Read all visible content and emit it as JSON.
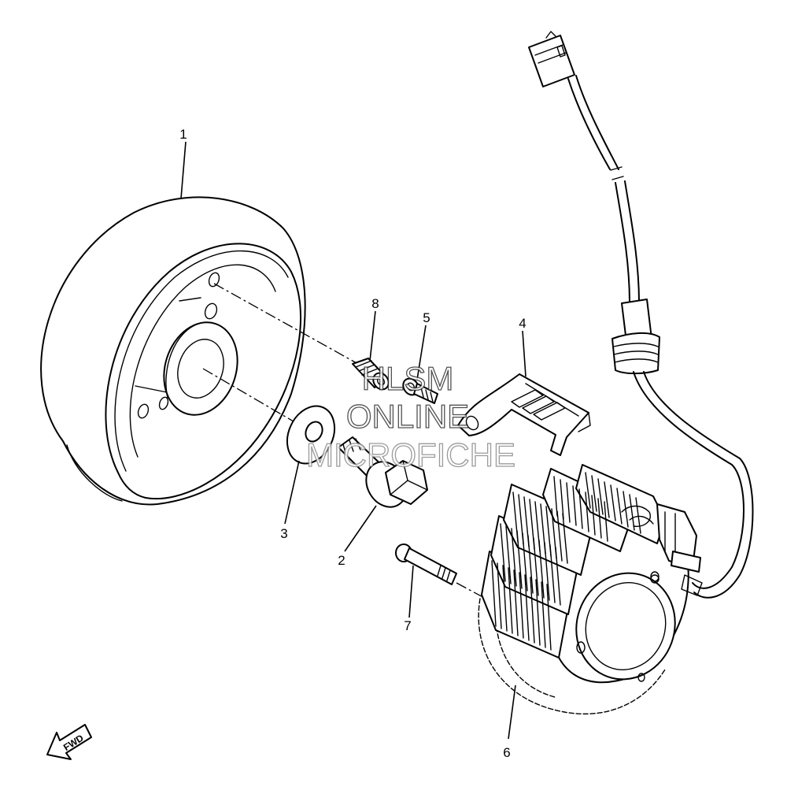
{
  "callouts": {
    "n1": "1",
    "n2": "2",
    "n3": "3",
    "n4": "4",
    "n5": "5",
    "n6": "6",
    "n7": "7",
    "n8": "8"
  },
  "watermark": {
    "line1": "HLSM",
    "line2": "ONLINE",
    "line3": "MICROFICHE"
  },
  "direction_arrow": {
    "label": "FWD",
    "icon": "forward-arrow-icon"
  }
}
